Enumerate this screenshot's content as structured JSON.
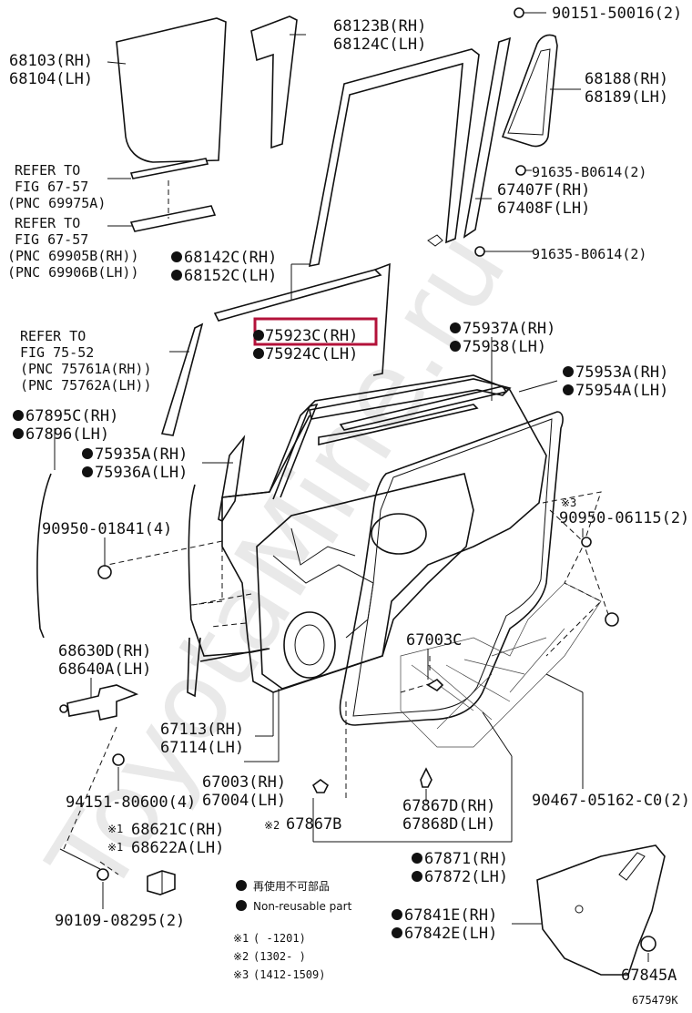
{
  "watermark": "ToyotaMine.ru",
  "highlighted_part": "75923C(RH)",
  "footer_code": "675479K",
  "legend": {
    "jp_label": "再使用不可部品",
    "en_label": "Non-reusable part",
    "note1_mark": "※1",
    "note1": "(      -1201)",
    "note2_mark": "※2",
    "note2": "(1302-      )",
    "note3_mark": "※3",
    "note3": "(1412-1509)"
  },
  "labels": {
    "p90151": "90151-50016(2)",
    "p68123b": "68123B(RH)",
    "p68124c": "68124C(LH)",
    "p68103": "68103(RH)",
    "p68104": "68104(LH)",
    "p68188": "68188(RH)",
    "p68189": "68189(LH)",
    "ref1_a": "REFER TO",
    "ref1_b": "FIG 67-57",
    "ref1_c": "(PNC 69975A)",
    "p91635a": "91635-B0614(2)",
    "p67407f": "67407F(RH)",
    "p67408f": "67408F(LH)",
    "ref2_a": "REFER TO",
    "ref2_b": "FIG 67-57",
    "ref2_c": "(PNC 69905B(RH))",
    "ref2_d": "(PNC 69906B(LH))",
    "p68142c": "68142C(RH)",
    "p68152c": "68152C(LH)",
    "p91635b": "91635-B0614(2)",
    "p75923c": "75923C(RH)",
    "p75924c": "75924C(LH)",
    "p75937a": "75937A(RH)",
    "p75938": "75938(LH)",
    "ref3_a": "REFER TO",
    "ref3_b": "FIG 75-52",
    "ref3_c": "(PNC 75761A(RH))",
    "ref3_d": "(PNC 75762A(LH))",
    "p75953a": "75953A(RH)",
    "p75954a": "75954A(LH)",
    "p67895c": "67895C(RH)",
    "p67896": "67896(LH)",
    "p75935a": "75935A(RH)",
    "p75936a": "75936A(LH)",
    "note3_tag": "※3",
    "p90950a": "90950-01841(4)",
    "p90950b": "90950-06115(2)",
    "p68630d": "68630D(RH)",
    "p68640a": "68640A(LH)",
    "p67003c": "67003C",
    "p67113": "67113(RH)",
    "p67114": "67114(LH)",
    "p67003": "67003(RH)",
    "p67004": "67004(LH)",
    "p94151": "94151-80600(4)",
    "p67867d": "67867D(RH)",
    "p67868d": "67868D(LH)",
    "p90467": "90467-05162-C0(2)",
    "p68621c_mark": "※1",
    "p68621c": "68621C(RH)",
    "p68622a_mark": "※1",
    "p68622a": "68622A(LH)",
    "p67867b_mark": "※2",
    "p67867b": "67867B",
    "p67871": "67871(RH)",
    "p67872": "67872(LH)",
    "p67841e": "67841E(RH)",
    "p67842e": "67842E(LH)",
    "p90109": "90109-08295(2)",
    "p67845a": "67845A"
  }
}
